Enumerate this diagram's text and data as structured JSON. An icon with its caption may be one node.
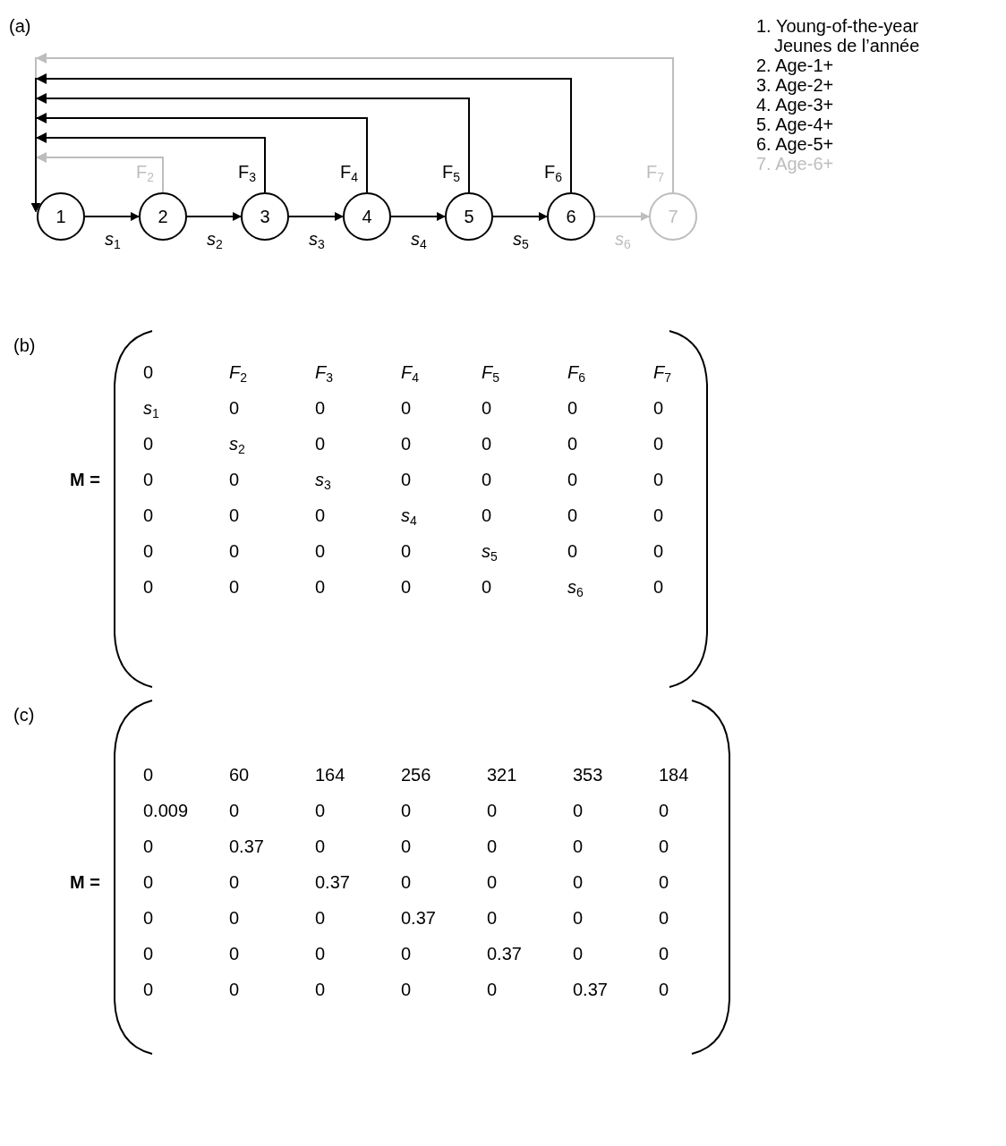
{
  "diagram": {
    "nodes": [
      {
        "text": [
          "1"
        ]
      },
      {
        "text": [
          "2"
        ]
      },
      {
        "text": [
          "3"
        ]
      },
      {
        "text": [
          "4"
        ]
      },
      {
        "text": [
          "5"
        ]
      },
      {
        "text": [
          "6"
        ]
      },
      {
        "text": [
          "7"
        ]
      }
    ],
    "edges": [
      {
        "from": 0,
        "to": 1,
        "arrow": "to",
        "label": "*s*$_{1}$"
      },
      {
        "from": 1,
        "to": 2,
        "arrow": "to",
        "label": "*s*$_{2}$"
      },
      {
        "from": 2,
        "to": 3,
        "arrow": "to",
        "label": "*s*$_{3}$"
      },
      {
        "from": 3,
        "to": 4,
        "arrow": "to",
        "label": "*s*$_{4}$"
      },
      {
        "from": 4,
        "to": 5,
        "arrow": "to",
        "label": "*s*$_{5}$"
      },
      {
        "from": 5,
        "to": 6,
        "arrow": "to",
        "label": "*s*$_{6}$",
        "color": "#bdbdbd"
      },
      {
        "from": 1,
        "to": 0,
        "arrow": "to",
        "label": "F$_{2}$",
        "color": "#bdbdbd"
      },
      {
        "from": 2,
        "to": 0,
        "arrow": "to",
        "label": "F$_{3}$"
      },
      {
        "from": 3,
        "to": 0,
        "arrow": "to",
        "label": "F$_{4}$"
      },
      {
        "from": 4,
        "to": 0,
        "arrow": "to",
        "label": "F$_{5}$"
      },
      {
        "from": 5,
        "to": 0,
        "arrow": "to",
        "label": "F$_{6}$"
      },
      {
        "from": 6,
        "to": 0,
        "arrow": "to",
        "label": "F$_{7}$",
        "color": "#bdbdbd"
      }
    ],
    "labels": [
      "(a)",
      "1. Young-of-the-year Jeunes de l’année",
      "2. Age-1+",
      "3. Age-2+",
      "4. Age-3+",
      "5. Age-4+",
      "6. Age-5+",
      "7. Age-6+",
      "(b)",
      "M =",
      "0",
      "*F*$_{2}$",
      "*F*$_{3}$",
      "*F*$_{4}$",
      "*F*$_{5}$",
      "*F*$_{6}$",
      "*F*$_{7}$",
      "*s*$_{1}$",
      "0",
      "0",
      "0",
      "0",
      "0",
      "0",
      "0",
      "*s*$_{2}$",
      "0",
      "0",
      "0",
      "0",
      "0",
      "0",
      "0",
      "*s*$_{3}$",
      "0",
      "0",
      "0",
      "0",
      "0",
      "0",
      "0",
      "*s*$_{4}$",
      "0",
      "0",
      "0",
      "0",
      "0",
      "0",
      "0",
      "*s*$_{5}$",
      "0",
      "0",
      "0",
      "0",
      "0",
      "0",
      "0",
      "*s*$_{6}$",
      "0",
      "(c)",
      "M =",
      "0",
      "60",
      "164",
      "256",
      "321",
      "353",
      "184",
      "0.009",
      "0",
      "0",
      "0",
      "0",
      "0",
      "0",
      "0",
      "0.37",
      "0",
      "0",
      "0",
      "0",
      "0",
      "0",
      "0",
      "0.37",
      "0",
      "0",
      "0",
      "0",
      "0",
      "0",
      "0",
      "0.37",
      "0",
      "0",
      "0",
      "0",
      "0",
      "0",
      "0",
      "0.37",
      "0",
      "0",
      "0",
      "0",
      "0",
      "0",
      "0",
      "0.37",
      "0"
    ]
  }
}
